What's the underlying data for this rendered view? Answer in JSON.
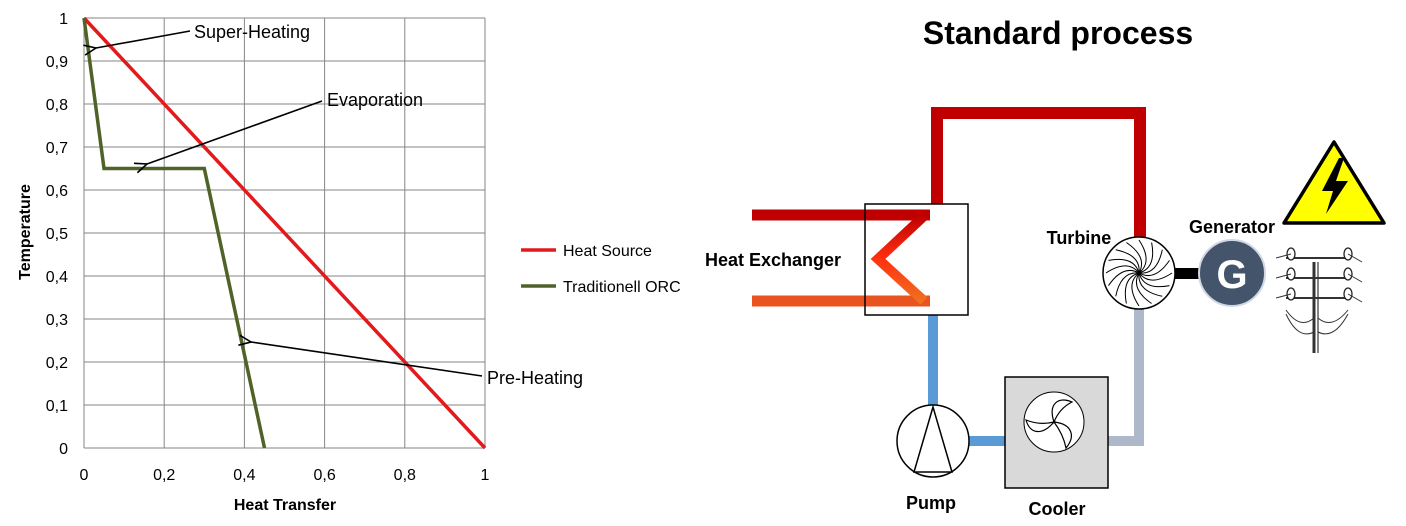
{
  "chart_data": {
    "type": "line",
    "xlabel": "Heat Transfer",
    "ylabel": "Temperature",
    "xlim": [
      0,
      1
    ],
    "ylim": [
      0,
      1
    ],
    "x_ticks": [
      "0",
      "0,2",
      "0,4",
      "0,6",
      "0,8",
      "1"
    ],
    "y_ticks": [
      "0",
      "0,1",
      "0,2",
      "0,3",
      "0,4",
      "0,5",
      "0,6",
      "0,7",
      "0,8",
      "0,9",
      "1"
    ],
    "grid": true,
    "legend_position": "right",
    "series": [
      {
        "name": "Heat Source",
        "color": "#e31a1c",
        "points": [
          [
            0,
            1
          ],
          [
            1,
            0
          ]
        ]
      },
      {
        "name": "Traditionell ORC",
        "color": "#4f6228",
        "points": [
          [
            0,
            1
          ],
          [
            0.05,
            0.65
          ],
          [
            0.3,
            0.65
          ],
          [
            0.45,
            0
          ]
        ]
      }
    ],
    "annotations": [
      {
        "text": "Super-Heating",
        "x": 0.03,
        "y": 0.93
      },
      {
        "text": "Evaporation",
        "x": 0.15,
        "y": 0.66
      },
      {
        "text": "Pre-Heating",
        "x": 0.415,
        "y": 0.25
      }
    ]
  },
  "diagram": {
    "title": "Standard process",
    "labels": {
      "heat_exchanger": "Heat Exchanger",
      "turbine": "Turbine",
      "generator": "Generator",
      "generator_letter": "G",
      "pump": "Pump",
      "cooler": "Cooler"
    },
    "colors": {
      "hot_pipe": "#c00000",
      "hot_pipe_alt": "#b01010",
      "cold_pipe": "#5b9bd5",
      "return_pipe": "#adb9ca",
      "source_out": "#e8531f",
      "generator_fill": "#44546a",
      "warning_fill": "#ffff00",
      "cooler_fill": "#d9d9d9"
    }
  }
}
